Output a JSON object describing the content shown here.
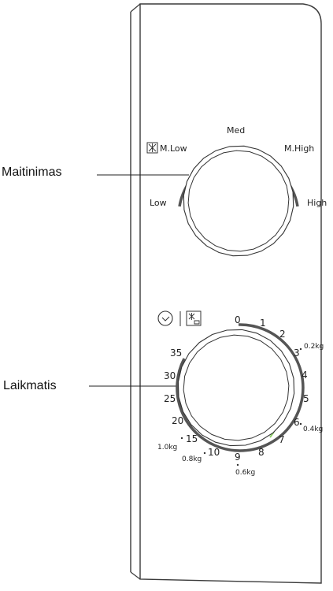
{
  "labels": {
    "power": "Maitinimas",
    "timer": "Laikmatis"
  },
  "power_knob": {
    "icon": "defrost-icon",
    "levels": [
      "Low",
      "M.Low",
      "Med",
      "M.High",
      "High"
    ]
  },
  "timer_knob": {
    "icons": [
      "clock-icon",
      "defrost-weight-icon"
    ],
    "minutes": [
      "0",
      "1",
      "2",
      "3",
      "4",
      "5",
      "6",
      "7",
      "8",
      "9",
      "10",
      "15",
      "20",
      "25",
      "30",
      "35"
    ],
    "weights": [
      "0.2kg",
      "0.4kg",
      "0.6kg",
      "0.8kg",
      "1.0kg"
    ]
  },
  "colors": {
    "line": "#3a3a3a",
    "arc": "#555555",
    "accent": "#8fcf6a"
  }
}
